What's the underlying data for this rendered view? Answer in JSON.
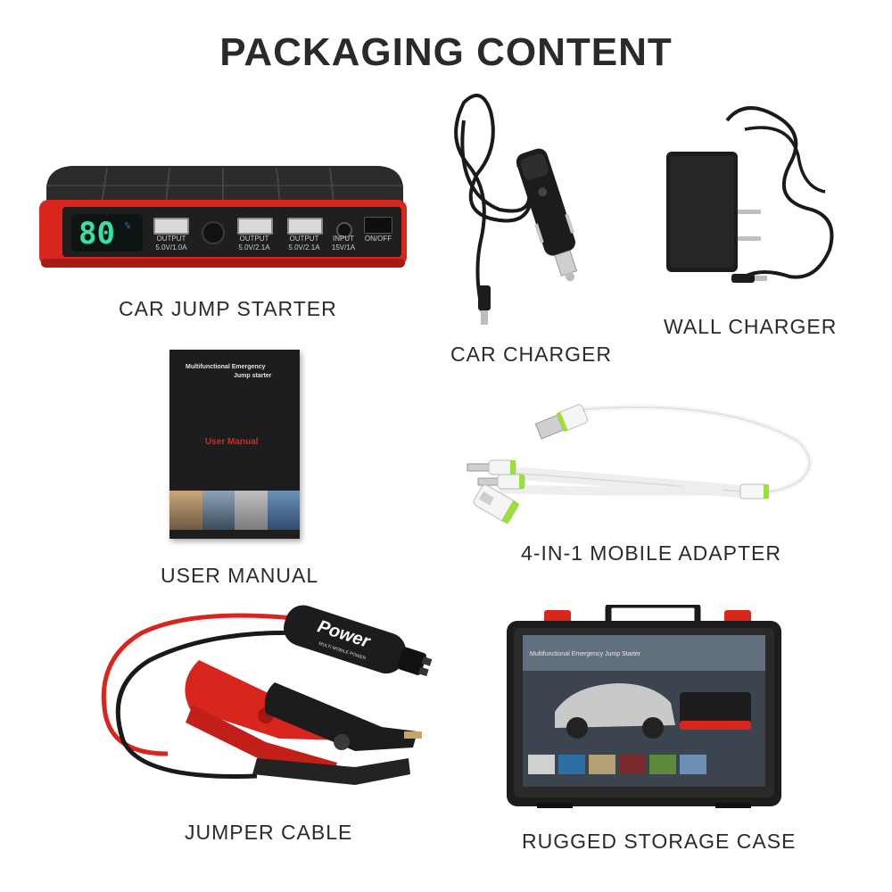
{
  "page": {
    "title": "PACKAGING CONTENT"
  },
  "items": {
    "jump_starter": {
      "caption": "CAR JUMP STARTER",
      "display_value": "80",
      "display_unit": "%",
      "ports": [
        {
          "label": "OUTPUT",
          "spec": "5.0V/1.0A"
        },
        {
          "label": "OUTPUT",
          "spec": "5.0V/2.1A"
        },
        {
          "label": "OUTPUT",
          "spec": "5.0V/2.1A"
        },
        {
          "label": "INPUT",
          "spec": "15V/1A"
        }
      ],
      "switch_label": "ON/OFF"
    },
    "car_charger": {
      "caption": "CAR CHARGER"
    },
    "wall_charger": {
      "caption": "WALL CHARGER"
    },
    "user_manual": {
      "caption": "USER MANUAL",
      "cover_line1": "Multifunctional Emergency",
      "cover_line2": "Jump starter",
      "cover_title": "User Manual"
    },
    "mobile_adapter": {
      "caption": "4-IN-1 MOBILE ADAPTER"
    },
    "jumper_cable": {
      "caption": "JUMPER CABLE",
      "brand": "Power",
      "brand_sub": "MULTI MOBILE POWER"
    },
    "storage_case": {
      "caption": "RUGGED STORAGE CASE",
      "label_line": "Multifunctional Emergency Jump Starter"
    }
  },
  "colors": {
    "accent_red": "#d8261f",
    "device_black": "#2a2a2a",
    "lcd_green": "#36e0a6",
    "adapter_green": "#9be03a"
  }
}
